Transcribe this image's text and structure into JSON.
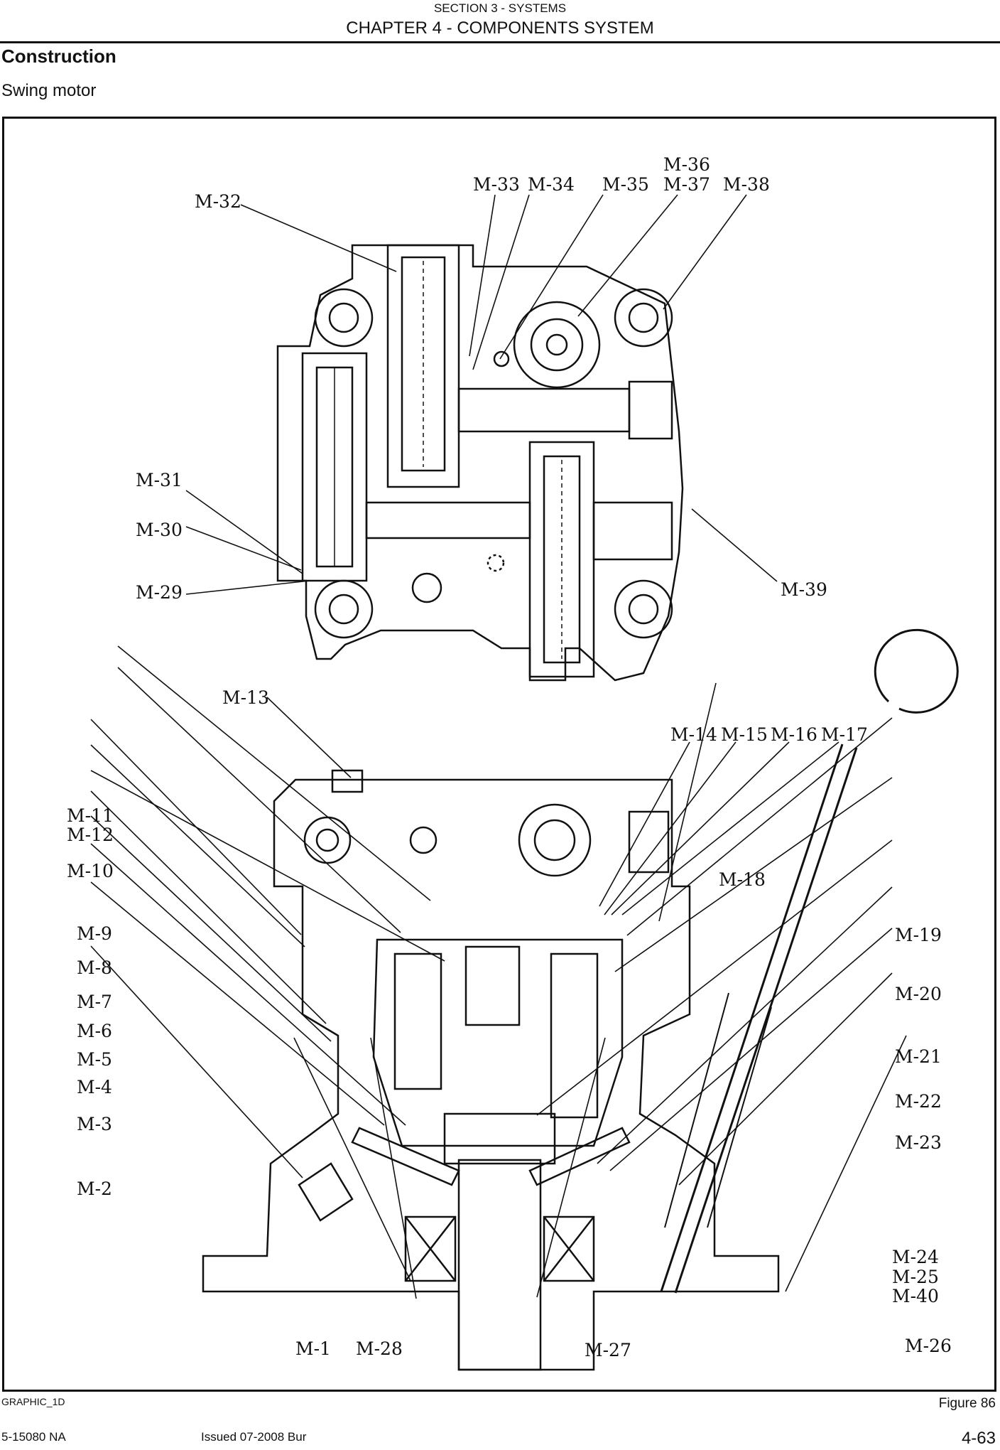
{
  "header": {
    "section": "SECTION 3 - SYSTEMS",
    "chapter": "CHAPTER 4 - COMPONENTS SYSTEM"
  },
  "content": {
    "heading": "Construction",
    "subheading": "Swing motor"
  },
  "callouts": {
    "top": [
      "M-32",
      "M-33",
      "M-34",
      "M-35",
      "M-36",
      "M-37",
      "M-38",
      "M-31",
      "M-30",
      "M-29",
      "M-39"
    ],
    "bottom": [
      "M-13",
      "M-14",
      "M-15",
      "M-16",
      "M-17",
      "M-11",
      "M-12",
      "M-10",
      "M-18",
      "M-9",
      "M-19",
      "M-8",
      "M-20",
      "M-7",
      "M-6",
      "M-21",
      "M-5",
      "M-4",
      "M-22",
      "M-3",
      "M-23",
      "M-2",
      "M-24",
      "M-25",
      "M-40",
      "M-26",
      "M-1",
      "M-28",
      "M-27"
    ]
  },
  "figure": {
    "graphic_id": "GRAPHIC_1D",
    "caption": "Figure 86"
  },
  "footer": {
    "doc_number": "5-15080 NA",
    "issued": "Issued 07-2008   Bur",
    "page": "4-63"
  }
}
